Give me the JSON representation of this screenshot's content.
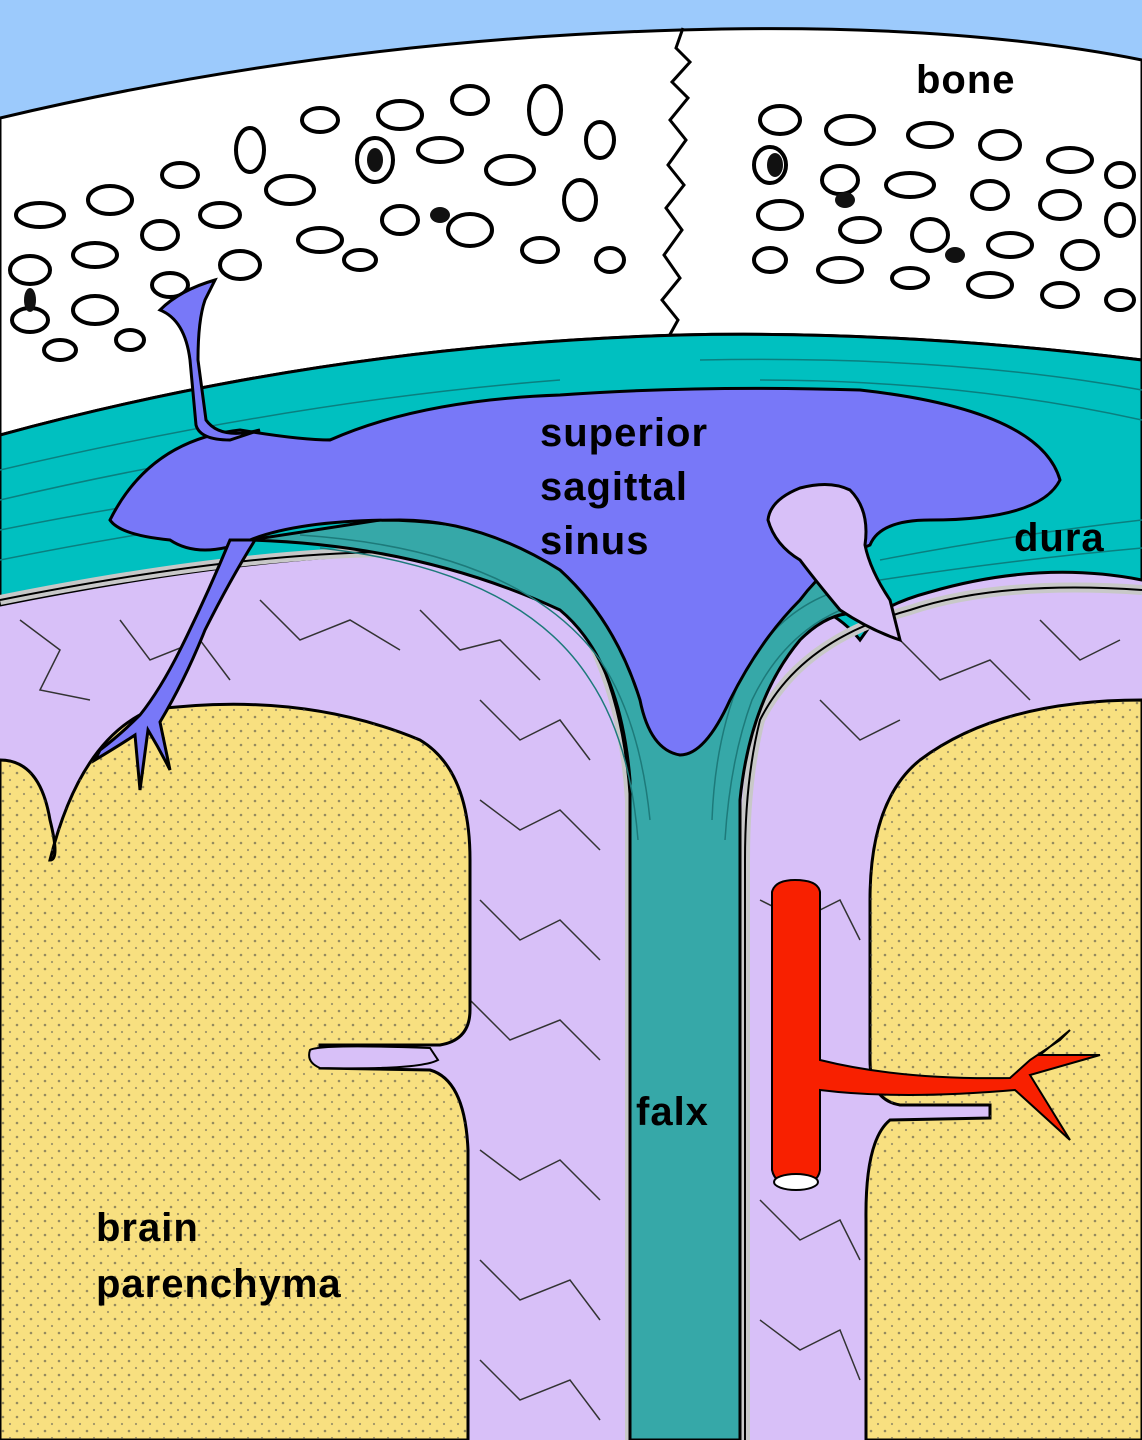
{
  "diagram": {
    "labels": {
      "bone": "bone",
      "sinus_line1": "superior",
      "sinus_line2": "sagittal",
      "sinus_line3": "sinus",
      "dura": "dura",
      "falx": "falx",
      "brain_line1": "brain",
      "brain_line2": "parenchyma"
    },
    "colors": {
      "sky": "#9ccafc",
      "bone": "#ffffff",
      "dura": "#00c0c0",
      "falx": "#36a8a8",
      "sinus": "#7878f8",
      "arachnoid": "#d8c0f8",
      "brain": "#f8e080",
      "artery": "#f82000",
      "membrane": "#c8c8c8"
    }
  }
}
